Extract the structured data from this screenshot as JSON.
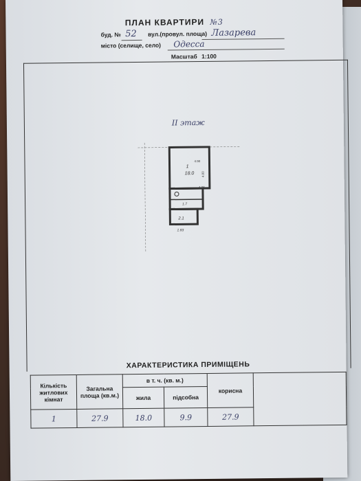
{
  "document": {
    "title": "ПЛАН КВАРТИРИ",
    "apartment_no": "№3",
    "building_label": "буд. №",
    "building_no": "52",
    "street_label": "вул.(провул. площа)",
    "street": "Лазарева",
    "city_label": "місто (селище, село)",
    "city": "Одесса",
    "scale_label": "Масштаб",
    "scale": "1:100",
    "floor_note": "II этаж"
  },
  "plan": {
    "room_main_no": "1",
    "room_main_area": "18.0",
    "room_small_area": "1.7",
    "room_bath_area": "2.1",
    "dims": [
      "4.00",
      "4.08",
      "4.90",
      "1.83"
    ]
  },
  "characteristics": {
    "title": "ХАРАКТЕРИСТИКА ПРИМІЩЕНЬ",
    "headers": {
      "rooms": "Кількість житлових кімнат",
      "total": "Загальна площа (кв.м.)",
      "incl": "в т. ч. (кв. м.)",
      "living": "жила",
      "aux": "підсобна",
      "useful": "корисна"
    },
    "values": {
      "rooms": "1",
      "total": "27.9",
      "living": "18.0",
      "aux": "9.9",
      "useful": "27.9"
    }
  }
}
